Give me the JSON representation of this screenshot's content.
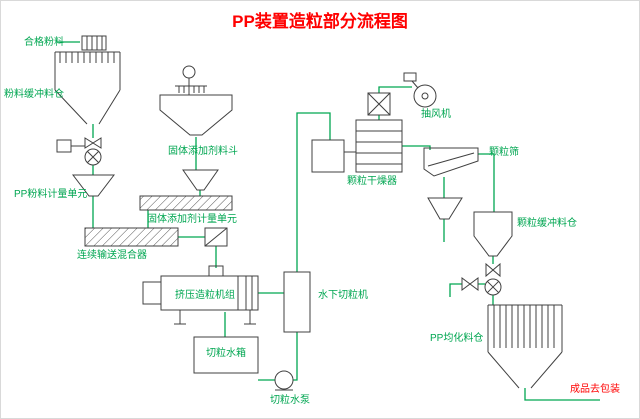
{
  "title": "PP装置造粒部分流程图",
  "colors": {
    "line": "#00a651",
    "label": "#00a651",
    "equipment": "#404040",
    "title": "#ff0000",
    "final": "#ff0000"
  },
  "labels": {
    "qualified_powder": "合格粉料",
    "powder_buffer_silo": "粉料缓冲料仓",
    "pp_powder_metering_unit": "PP粉料计量单元",
    "solid_additive_hopper": "固体添加剂料斗",
    "solid_additive_metering_unit": "固体添加剂计量单元",
    "continuous_conveying_mixer": "连续输送混合器",
    "extrusion_pelletizing_unit": "挤压造粒机组",
    "pellet_water_tank": "切粒水箱",
    "pellet_water_pump": "切粒水泵",
    "underwater_pelletizer": "水下切粒机",
    "pellet_dryer": "颗粒干燥器",
    "exhaust_fan": "抽风机",
    "pellet_sieve": "颗粒筛",
    "pellet_buffer_silo": "颗粒缓冲料仓",
    "pp_homogenizing_silo": "PP均化料仓",
    "product_to_packaging": "成品去包装"
  }
}
